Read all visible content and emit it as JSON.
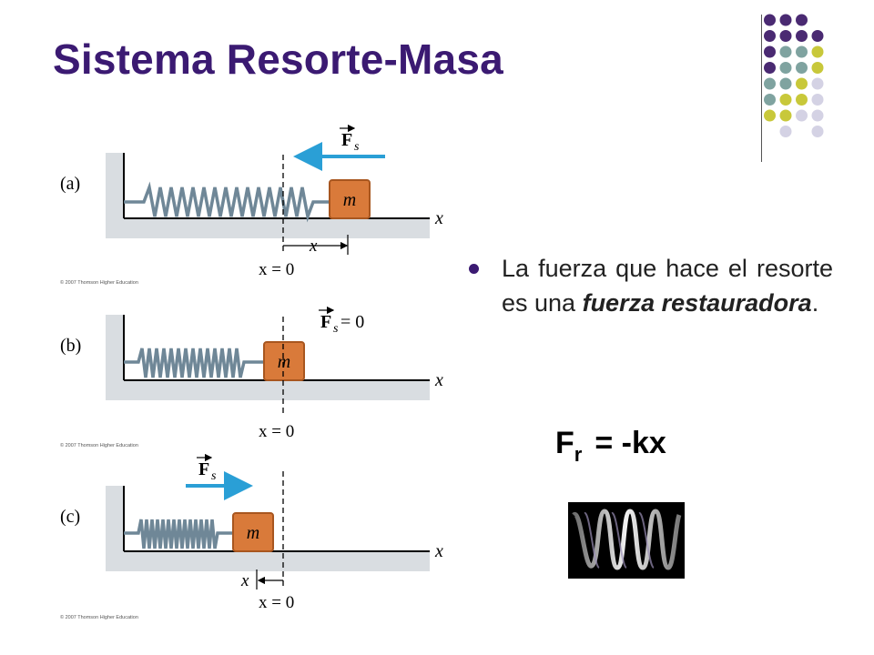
{
  "title": "Sistema Resorte-Masa",
  "colors": {
    "title": "#3b1a72",
    "purple": "#4a2a72",
    "teal": "#7fa3a0",
    "olive": "#c8c83a",
    "lavender": "#d4d2e4",
    "arrow": "#2a9fd6",
    "block": "#d97a3a"
  },
  "diagram": {
    "a": {
      "label": "(a)",
      "force": "F",
      "force_sub": "s",
      "mass": "m",
      "axis": "x",
      "x_label": "x",
      "zero": "x = 0",
      "copyright": "© 2007 Thomson Higher Education"
    },
    "b": {
      "label": "(b)",
      "force": "F",
      "force_sub": "s",
      "force_eq": " = 0",
      "mass": "m",
      "axis": "x",
      "zero": "x = 0",
      "copyright": "© 2007 Thomson Higher Education"
    },
    "c": {
      "label": "(c)",
      "force": "F",
      "force_sub": "s",
      "mass": "m",
      "axis": "x",
      "x_label": "x",
      "zero": "x = 0",
      "copyright": "© 2007 Thomson Higher Education"
    }
  },
  "bullet": {
    "text_before": "La fuerza que hace el resorte es una ",
    "emphasis": "fuerza restauradora",
    "text_after": "."
  },
  "formula": {
    "lhs": "F",
    "lhs_sub": "r",
    "rhs": "= -kx"
  }
}
